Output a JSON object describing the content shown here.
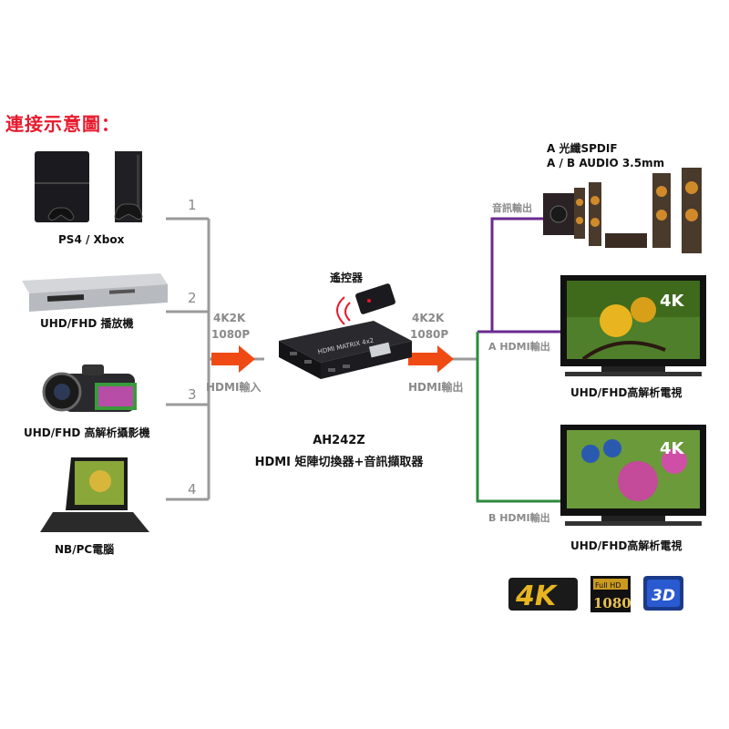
{
  "title": "連接示意圖：",
  "inputs": [
    {
      "port": "1",
      "label": "PS4 / Xbox"
    },
    {
      "port": "2",
      "label": "UHD/FHD 播放機"
    },
    {
      "port": "3",
      "label": "UHD/FHD 高解析攝影機"
    },
    {
      "port": "4",
      "label": "NB/PC電腦"
    }
  ],
  "left_link": {
    "res1": "4K2K",
    "res2": "1080P",
    "label": "HDMI輸入"
  },
  "right_link": {
    "res1": "4K2K",
    "res2": "1080P",
    "label": "HDMI輸出"
  },
  "remote_label": "遙控器",
  "device": {
    "model": "AH242Z",
    "name": "HDMI 矩陣切換器+音訊擷取器",
    "panel_text": "HDMI MATRIX 4x2"
  },
  "audio": {
    "line1": "A 光纖SPDIF",
    "line2": "A / B AUDIO 3.5mm",
    "out_label": "音訊輸出"
  },
  "outputs": [
    {
      "port_label": "A  HDMI輸出",
      "tv_label": "UHD/FHD高解析電視",
      "badge": "4K"
    },
    {
      "port_label": "B  HDMI輸出",
      "tv_label": "UHD/FHD高解析電視",
      "badge": "4K"
    }
  ],
  "logos": {
    "four_k": "4K",
    "fullhd_top": "Full HD",
    "fullhd_num": "1080",
    "threed": "3D"
  },
  "colors": {
    "title": "#e8192c",
    "arrow": "#f04a14",
    "line_gray": "#9a9a9a",
    "line_purple": "#6a2a8f",
    "line_green": "#2d8a3e"
  }
}
